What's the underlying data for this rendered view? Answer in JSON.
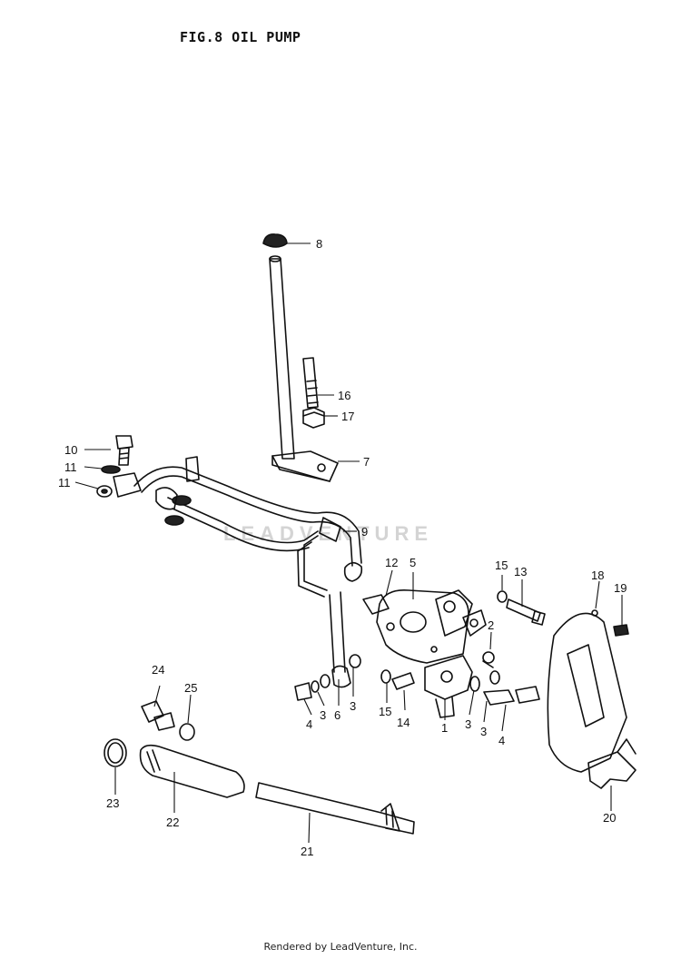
{
  "figure": {
    "title": "FIG.8  OIL PUMP",
    "footer": "Rendered by LeadVenture, Inc.",
    "watermark_text": "LEADVENTURE"
  },
  "callouts": [
    {
      "id": "c8",
      "label": "8"
    },
    {
      "id": "c16",
      "label": "16"
    },
    {
      "id": "c17",
      "label": "17"
    },
    {
      "id": "c7",
      "label": "7"
    },
    {
      "id": "c10",
      "label": "10"
    },
    {
      "id": "c11a",
      "label": "11"
    },
    {
      "id": "c11b",
      "label": "11"
    },
    {
      "id": "c9",
      "label": "9"
    },
    {
      "id": "c12",
      "label": "12"
    },
    {
      "id": "c5",
      "label": "5"
    },
    {
      "id": "c15a",
      "label": "15"
    },
    {
      "id": "c13",
      "label": "13"
    },
    {
      "id": "c18",
      "label": "18"
    },
    {
      "id": "c19",
      "label": "19"
    },
    {
      "id": "c2",
      "label": "2"
    },
    {
      "id": "c4a",
      "label": "4"
    },
    {
      "id": "c3a",
      "label": "3"
    },
    {
      "id": "c6",
      "label": "6"
    },
    {
      "id": "c3b",
      "label": "3"
    },
    {
      "id": "c15b",
      "label": "15"
    },
    {
      "id": "c14",
      "label": "14"
    },
    {
      "id": "c1",
      "label": "1"
    },
    {
      "id": "c3c",
      "label": "3"
    },
    {
      "id": "c3d",
      "label": "3"
    },
    {
      "id": "c4b",
      "label": "4"
    },
    {
      "id": "c24",
      "label": "24"
    },
    {
      "id": "c25",
      "label": "25"
    },
    {
      "id": "c23",
      "label": "23"
    },
    {
      "id": "c22",
      "label": "22"
    },
    {
      "id": "c21",
      "label": "21"
    },
    {
      "id": "c20",
      "label": "20"
    }
  ]
}
